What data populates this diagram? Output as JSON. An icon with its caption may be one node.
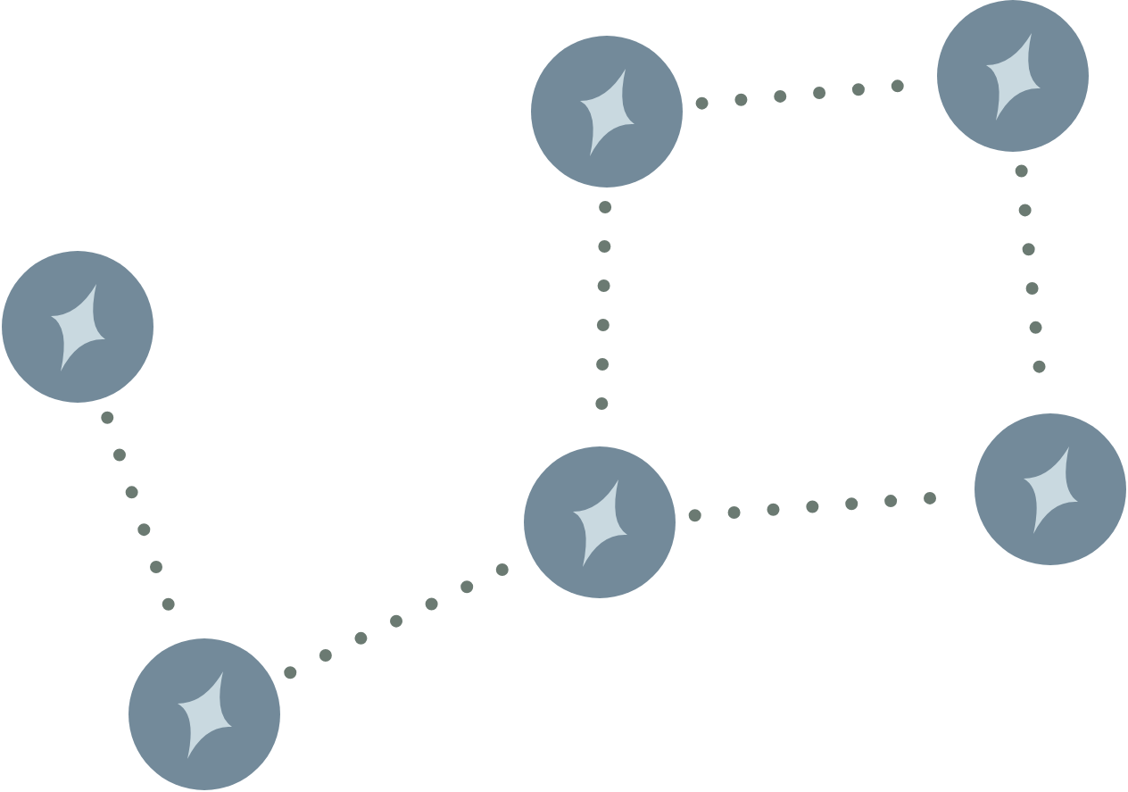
{
  "diagram": {
    "nodes": [
      {
        "text": [],
        "shape": "circle"
      },
      {
        "text": [],
        "shape": "circle"
      },
      {
        "text": [],
        "shape": "circle"
      },
      {
        "text": [],
        "shape": "circle"
      },
      {
        "text": [],
        "shape": "circle"
      },
      {
        "text": [],
        "shape": "circle"
      }
    ],
    "edges": [
      {
        "from": 1,
        "to": 0,
        "arrow": "none"
      },
      {
        "from": 0,
        "to": 3,
        "arrow": "none"
      },
      {
        "from": 1,
        "to": 4,
        "arrow": "none"
      },
      {
        "from": 4,
        "to": 3,
        "arrow": "none"
      },
      {
        "from": 2,
        "to": 5,
        "arrow": "none"
      },
      {
        "from": 5,
        "to": 4,
        "arrow": "none"
      }
    ]
  }
}
